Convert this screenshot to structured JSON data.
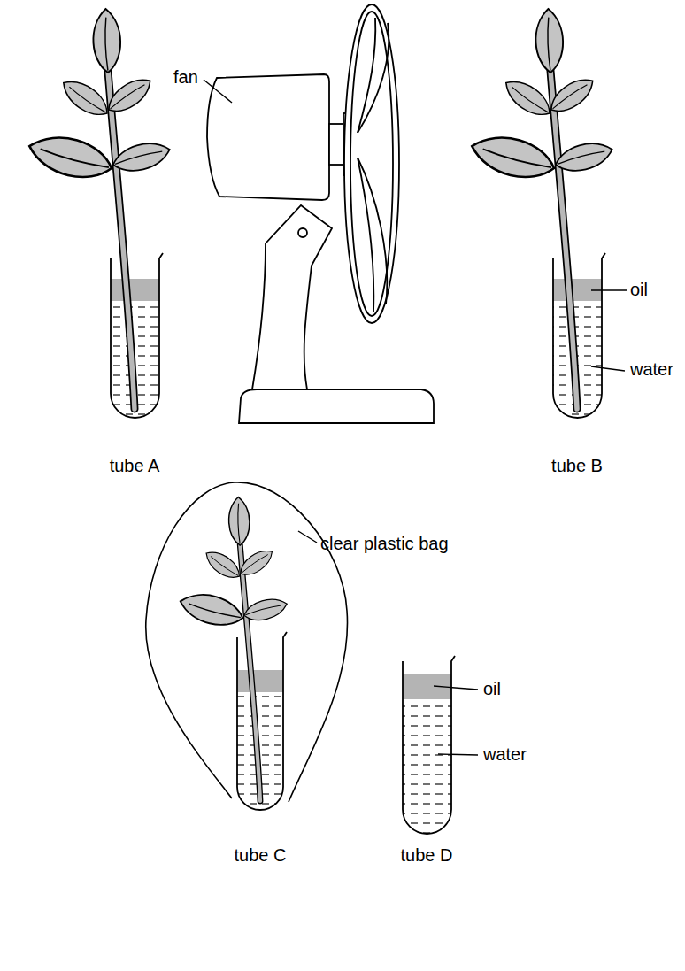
{
  "diagram": {
    "labels": [
      "fan",
      "oil",
      "water",
      "tube A",
      "tube B",
      "clear plastic bag",
      "oil",
      "water",
      "tube C",
      "tube D"
    ]
  }
}
